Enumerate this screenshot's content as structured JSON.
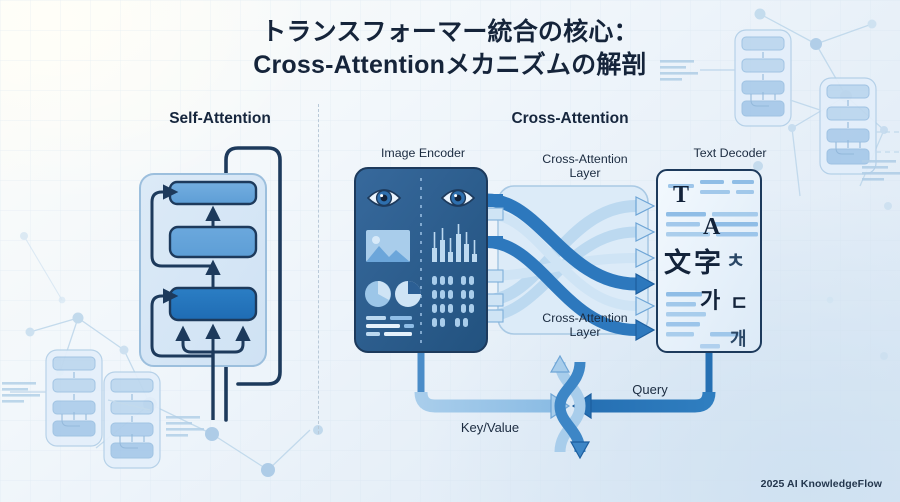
{
  "title": "トランスフォーマー統合の核心：\nCross-Attentionメカニズムの解剖",
  "sections": {
    "self": {
      "label": "Self-Attention"
    },
    "cross": {
      "label": "Cross-Attention"
    }
  },
  "captions": {
    "image_encoder": "Image Encoder",
    "text_decoder": "Text Decoder",
    "cross_attention_layer_top": "Cross-Attention\nLayer",
    "cross_attention_layer_bottom": "Cross-Attention\nLayer",
    "key_value": "Key/Value",
    "query": "Query"
  },
  "decoder_glyphs": [
    "T",
    "A",
    "文",
    "字",
    "ㅊ",
    "가",
    "ㄷ",
    "개"
  ],
  "footer": "2025 AI KnowledgeFlow",
  "colors": {
    "ink": "#15243a",
    "outline": "#1d3a5c",
    "deep_blue": "#1a5fa8",
    "mid_blue": "#4f90d0",
    "light_blue": "#a9cdeb",
    "pale_blue": "#d7e8f7",
    "encoder_panel": "#2c5f94",
    "decoder_panel": "#eaf4fc",
    "background_top_left": "#fffef8",
    "background_bottom_right": "#d9e7f4",
    "deco": "#b9d2e8"
  }
}
